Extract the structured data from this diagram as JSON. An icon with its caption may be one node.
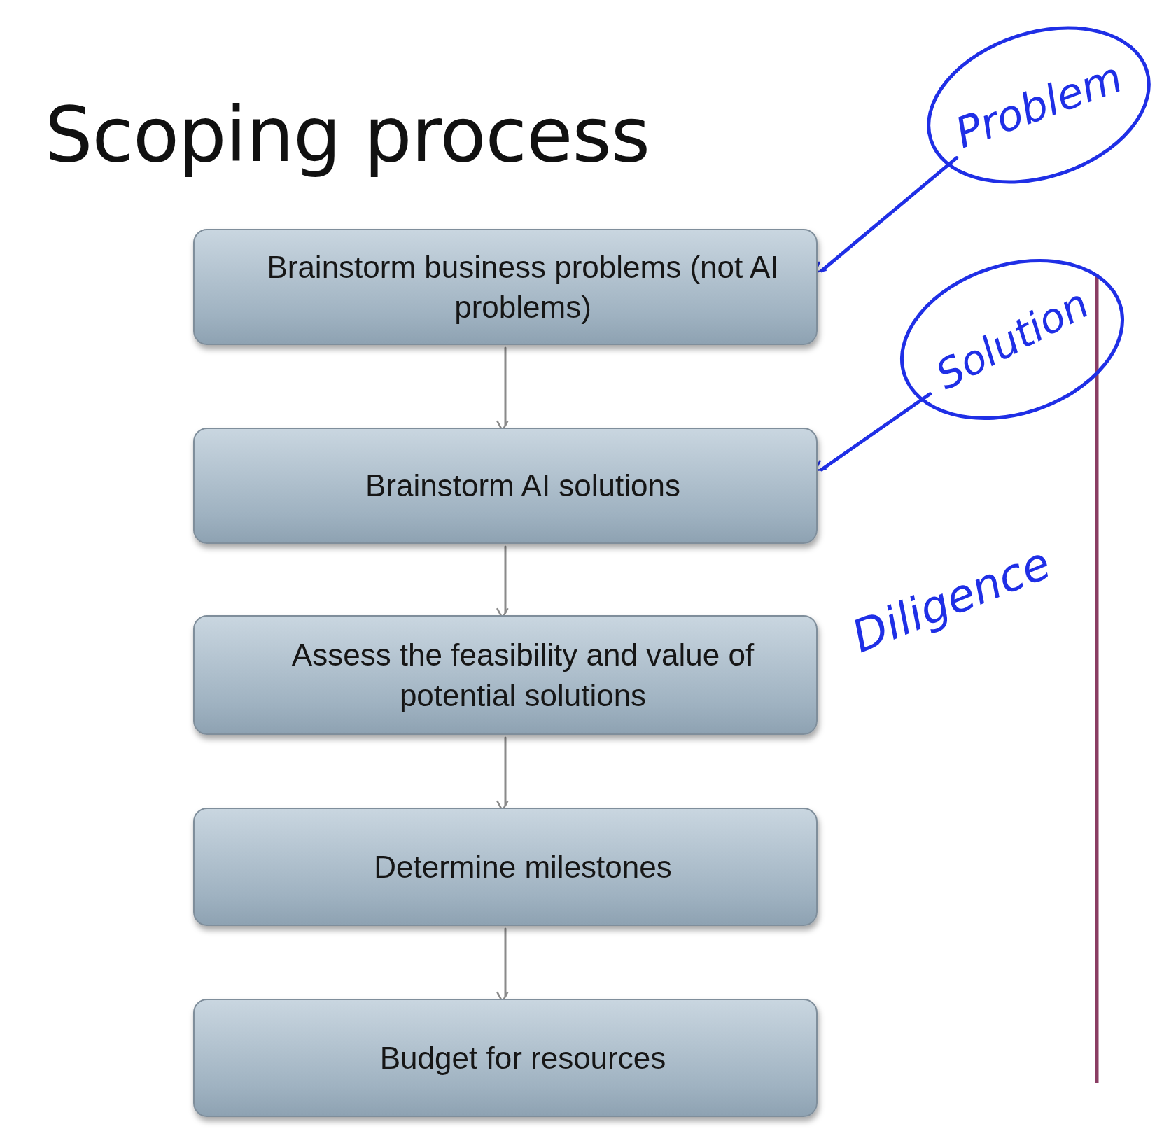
{
  "diagram": {
    "title": "Scoping process",
    "nodes": [
      {
        "text": [
          "Brainstorm business problems (not AI problems)"
        ]
      },
      {
        "text": [
          "Brainstorm AI solutions"
        ]
      },
      {
        "text": [
          "Assess the feasibility and value of potential solutions"
        ]
      },
      {
        "text": [
          "Determine milestones"
        ]
      },
      {
        "text": [
          "Budget for resources"
        ]
      },
      {
        "text": [
          "Problem"
        ]
      },
      {
        "text": [
          "Solution"
        ]
      }
    ],
    "edges": [
      {
        "from": 0,
        "to": 1,
        "arrow": "to"
      },
      {
        "from": 1,
        "to": 2,
        "arrow": "to"
      },
      {
        "from": 2,
        "to": 3,
        "arrow": "to"
      },
      {
        "from": 3,
        "to": 4,
        "arrow": "to"
      },
      {
        "from": 5,
        "to": 0,
        "arrow": "to",
        "color": "#1f2fe6"
      },
      {
        "from": 6,
        "to": 1,
        "arrow": "to",
        "color": "#1f2fe6"
      }
    ],
    "labels": [
      "Diligence"
    ]
  }
}
